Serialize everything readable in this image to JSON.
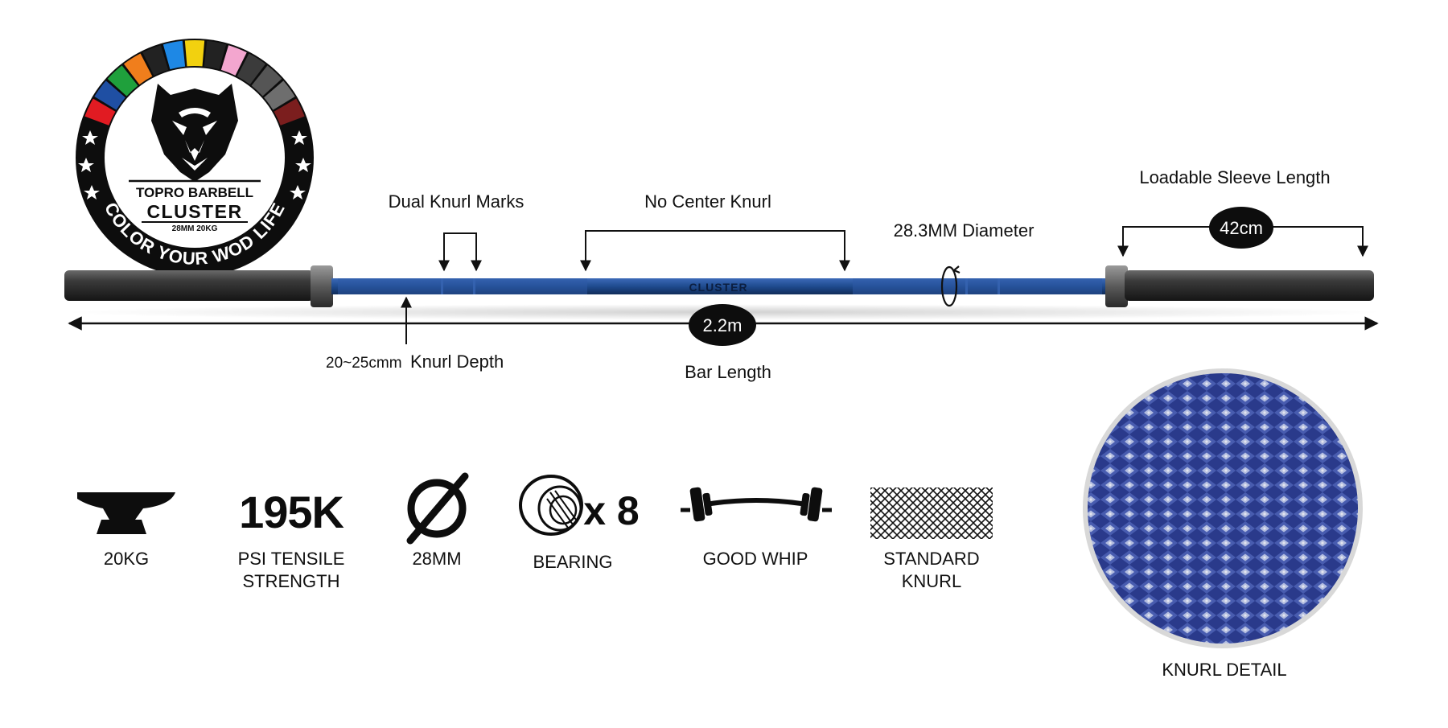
{
  "badge": {
    "brand": "TOPRO BARBELL",
    "model": "CLUSTER",
    "spec": "28MM 20KG",
    "slogan": "COLOR YOUR WOD LIFE",
    "ring_colors": [
      "#e11b22",
      "#1f4fa3",
      "#1fa03c",
      "#f07e1c",
      "#222222",
      "#1e88e5",
      "#f2d10f",
      "#222222",
      "#f3a6cf",
      "#3b3b3b",
      "#555555",
      "#6e6e6e",
      "#7b1e1e"
    ]
  },
  "bar": {
    "logo": "CLUSTER",
    "shaft_color": "#1f4b8f",
    "sleeve_color": "#2a2a2a"
  },
  "annotations": {
    "dual_knurl": "Dual Knurl Marks",
    "no_center": "No Center Knurl",
    "diameter": "28.3MM Diameter",
    "sleeve": "Loadable Sleeve Length",
    "sleeve_value": "42cm",
    "length_value": "2.2m",
    "length_label": "Bar Length",
    "knurl_depth_value": "20~25cmm",
    "knurl_depth_label": "Knurl Depth"
  },
  "specs": {
    "weight": {
      "icon": "anvil-icon",
      "line1": "20KG"
    },
    "tensile": {
      "icon_text": "195K",
      "line1": "PSI TENSILE",
      "line2": "STRENGTH"
    },
    "diameter": {
      "icon": "diameter-icon",
      "line1": "28MM"
    },
    "bearing": {
      "icon": "bearing-icon",
      "multiplier": "x 8",
      "line1": "BEARING"
    },
    "whip": {
      "icon": "barbell-whip-icon",
      "line1": "GOOD WHIP"
    },
    "knurl": {
      "icon": "knurl-pattern-icon",
      "line1": "STANDARD",
      "line2": "KNURL"
    }
  },
  "detail": {
    "caption": "KNURL DETAIL"
  }
}
